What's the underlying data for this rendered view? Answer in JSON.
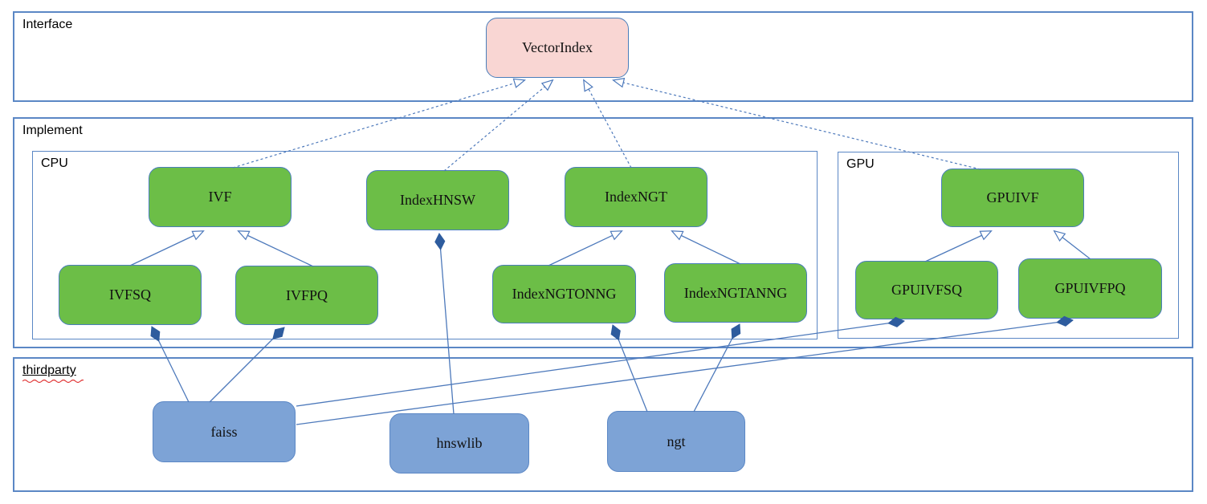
{
  "containers": {
    "interface": {
      "label": "Interface"
    },
    "implement": {
      "label": "Implement"
    },
    "cpu": {
      "label": "CPU"
    },
    "gpu": {
      "label": "GPU"
    },
    "thirdparty": {
      "label": "thirdparty",
      "spellcheck_underline": true
    }
  },
  "nodes": {
    "vectorindex": {
      "label": "VectorIndex",
      "group": "interface",
      "kind": "interface-class"
    },
    "ivf": {
      "label": "IVF",
      "group": "cpu",
      "kind": "class"
    },
    "indexhnsw": {
      "label": "IndexHNSW",
      "group": "cpu",
      "kind": "class"
    },
    "indexngt": {
      "label": "IndexNGT",
      "group": "cpu",
      "kind": "class"
    },
    "ivfsq": {
      "label": "IVFSQ",
      "group": "cpu",
      "kind": "class"
    },
    "ivfpq": {
      "label": "IVFPQ",
      "group": "cpu",
      "kind": "class"
    },
    "indexngtonng": {
      "label": "IndexNGTONNG",
      "group": "cpu",
      "kind": "class"
    },
    "indexngtanng": {
      "label": "IndexNGTANNG",
      "group": "cpu",
      "kind": "class"
    },
    "gpuivf": {
      "label": "GPUIVF",
      "group": "gpu",
      "kind": "class"
    },
    "gpuivfsq": {
      "label": "GPUIVFSQ",
      "group": "gpu",
      "kind": "class"
    },
    "gpuivfpq": {
      "label": "GPUIVFPQ",
      "group": "gpu",
      "kind": "class"
    },
    "faiss": {
      "label": "faiss",
      "group": "thirdparty",
      "kind": "library"
    },
    "hnswlib": {
      "label": "hnswlib",
      "group": "thirdparty",
      "kind": "library"
    },
    "ngt": {
      "label": "ngt",
      "group": "thirdparty",
      "kind": "library"
    }
  },
  "edges": [
    {
      "from": "ivf",
      "to": "vectorindex",
      "type": "realization-dashed-hollow-arrow"
    },
    {
      "from": "indexhnsw",
      "to": "vectorindex",
      "type": "realization-dashed-hollow-arrow"
    },
    {
      "from": "indexngt",
      "to": "vectorindex",
      "type": "realization-dashed-hollow-arrow"
    },
    {
      "from": "gpuivf",
      "to": "vectorindex",
      "type": "realization-dashed-hollow-arrow"
    },
    {
      "from": "ivfsq",
      "to": "ivf",
      "type": "inheritance-hollow-arrow"
    },
    {
      "from": "ivfpq",
      "to": "ivf",
      "type": "inheritance-hollow-arrow"
    },
    {
      "from": "indexngtonng",
      "to": "indexngt",
      "type": "inheritance-hollow-arrow"
    },
    {
      "from": "indexngtanng",
      "to": "indexngt",
      "type": "inheritance-hollow-arrow"
    },
    {
      "from": "gpuivfsq",
      "to": "gpuivf",
      "type": "inheritance-hollow-arrow"
    },
    {
      "from": "gpuivfpq",
      "to": "gpuivf",
      "type": "inheritance-hollow-arrow"
    },
    {
      "from": "faiss",
      "to": "ivfsq",
      "type": "composition-filled-diamond"
    },
    {
      "from": "faiss",
      "to": "ivfpq",
      "type": "composition-filled-diamond"
    },
    {
      "from": "hnswlib",
      "to": "indexhnsw",
      "type": "composition-filled-diamond"
    },
    {
      "from": "ngt",
      "to": "indexngtonng",
      "type": "composition-filled-diamond"
    },
    {
      "from": "ngt",
      "to": "indexngtanng",
      "type": "composition-filled-diamond"
    },
    {
      "from": "faiss",
      "to": "gpuivfsq",
      "type": "composition-filled-diamond"
    },
    {
      "from": "faiss",
      "to": "gpuivfpq",
      "type": "composition-filled-diamond"
    }
  ],
  "colors": {
    "class_green_fill": "#6cbe47",
    "library_blue_fill": "#7da3d6",
    "interface_pink_fill": "#f9d6d3",
    "container_border_blue": "#5b87c5",
    "edge_blue": "#4d79bb",
    "diamond_fill": "#2e5c9e",
    "spellcheck_red": "#e03030",
    "text": "#000000"
  }
}
